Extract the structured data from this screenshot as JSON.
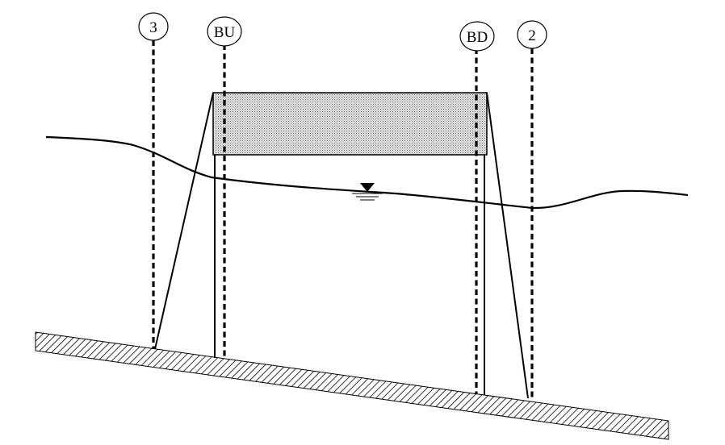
{
  "sections": [
    {
      "id": "3",
      "label": "3"
    },
    {
      "id": "BU",
      "label": "BU"
    },
    {
      "id": "BD",
      "label": "BD"
    },
    {
      "id": "2",
      "label": "2"
    }
  ]
}
